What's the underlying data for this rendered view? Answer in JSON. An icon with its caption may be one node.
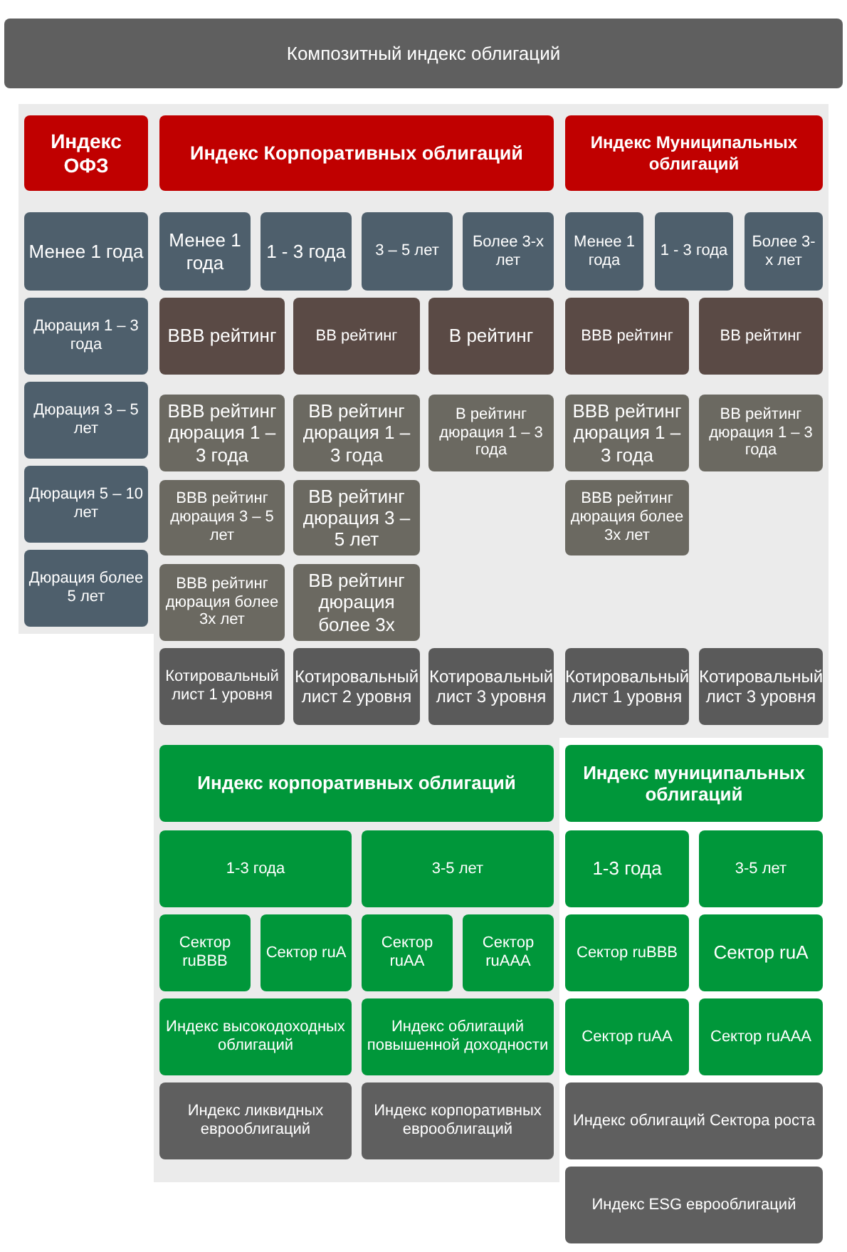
{
  "diagram": {
    "nodes": [
      {
        "text": [
          "Композитный индекс облигаций"
        ]
      },
      {
        "text": [
          "Индекс ОФЗ"
        ]
      },
      {
        "text": [
          "Индекс Корпоративных облигаций"
        ]
      },
      {
        "text": [
          "Индекс Муниципальных облигаций"
        ]
      },
      {
        "text": [
          "Менее 1 года"
        ]
      },
      {
        "text": [
          "Менее 1 года"
        ]
      },
      {
        "text": [
          "1 - 3 года"
        ]
      },
      {
        "text": [
          "3 – 5 лет"
        ]
      },
      {
        "text": [
          "Более 3-х лет"
        ]
      },
      {
        "text": [
          "Менее 1 года"
        ]
      },
      {
        "text": [
          "1 - 3 года"
        ]
      },
      {
        "text": [
          "Более 3-х лет"
        ]
      },
      {
        "text": [
          "Дюрация 1 – 3 года"
        ]
      },
      {
        "text": [
          "BBB рейтинг"
        ]
      },
      {
        "text": [
          "BB рейтинг"
        ]
      },
      {
        "text": [
          "B рейтинг"
        ]
      },
      {
        "text": [
          "BBB рейтинг"
        ]
      },
      {
        "text": [
          "BB рейтинг"
        ]
      },
      {
        "text": [
          "Дюрация 3 – 5 лет"
        ]
      },
      {
        "text": [
          "BBB рейтинг дюрация 1 – 3 года"
        ]
      },
      {
        "text": [
          "BB рейтинг дюрация 1 – 3 года"
        ]
      },
      {
        "text": [
          "B рейтинг дюрация 1 – 3 года"
        ]
      },
      {
        "text": [
          "BBB рейтинг дюрация 1 – 3 года"
        ]
      },
      {
        "text": [
          "BB рейтинг дюрация 1 – 3 года"
        ]
      },
      {
        "text": [
          "Дюрация 5 – 10 лет"
        ]
      },
      {
        "text": [
          "BBB рейтинг дюрация 3 – 5 лет"
        ]
      },
      {
        "text": [
          "BB рейтинг дюрация 3 – 5 лет"
        ]
      },
      {
        "text": [
          "BBB рейтинг дюрация более 3х лет"
        ]
      },
      {
        "text": [
          "Дюрация более 5 лет"
        ]
      },
      {
        "text": [
          "BBB рейтинг дюрация более 3х лет"
        ]
      },
      {
        "text": [
          "BB рейтинг дюрация более 3х"
        ]
      },
      {
        "text": [
          "Котировальный лист 1 уровня"
        ]
      },
      {
        "text": [
          "Котировальный лист 2 уровня"
        ]
      },
      {
        "text": [
          "Котировальный лист 3 уровня"
        ]
      },
      {
        "text": [
          "Котировальный лист 1 уровня"
        ]
      },
      {
        "text": [
          "Котировальный лист 3 уровня"
        ]
      },
      {
        "text": [
          "Индекс корпоративных облигаций"
        ]
      },
      {
        "text": [
          "Индекс муниципальных облигаций"
        ]
      },
      {
        "text": [
          "1-3 года"
        ]
      },
      {
        "text": [
          "3-5 лет"
        ]
      },
      {
        "text": [
          "1-3 года"
        ]
      },
      {
        "text": [
          "3-5 лет"
        ]
      },
      {
        "text": [
          "Сектор ruBBB"
        ]
      },
      {
        "text": [
          "Сектор ruA"
        ]
      },
      {
        "text": [
          "Сектор ruAA"
        ]
      },
      {
        "text": [
          "Сектор ruAAA"
        ]
      },
      {
        "text": [
          "Сектор ruBBB"
        ]
      },
      {
        "text": [
          "Сектор ruA"
        ]
      },
      {
        "text": [
          "Индекс высокодоходных облигаций"
        ]
      },
      {
        "text": [
          "Индекс облигаций повышенной доходности"
        ]
      },
      {
        "text": [
          "Сектор ruAA"
        ]
      },
      {
        "text": [
          "Сектор ruAAA"
        ]
      },
      {
        "text": [
          "Индекс ликвидных еврооблигаций"
        ]
      },
      {
        "text": [
          "Индекс корпоративных еврооблигаций"
        ]
      },
      {
        "text": [
          "Индекс облигаций Сектора роста"
        ]
      },
      {
        "text": [
          "Индекс ESG еврооблигаций"
        ]
      }
    ]
  }
}
